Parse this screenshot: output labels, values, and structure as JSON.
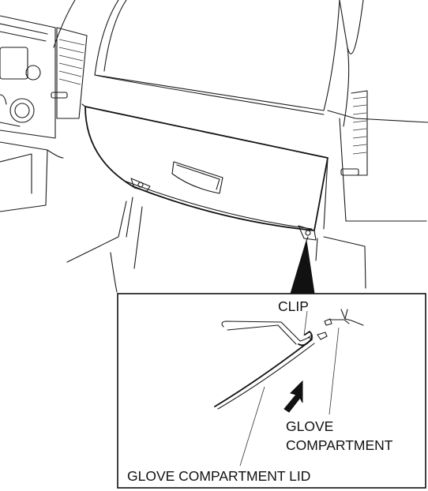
{
  "labels": {
    "clip": "CLIP",
    "glove_compartment_line1": "GLOVE",
    "glove_compartment_line2": "COMPARTMENT",
    "glove_compartment_lid": "GLOVE COMPARTMENT LID"
  },
  "colors": {
    "line": "#1a1a1a",
    "background": "#ffffff"
  },
  "icons": {
    "arrow": "removal-direction-arrow-icon",
    "pointer": "detail-pointer-icon"
  }
}
